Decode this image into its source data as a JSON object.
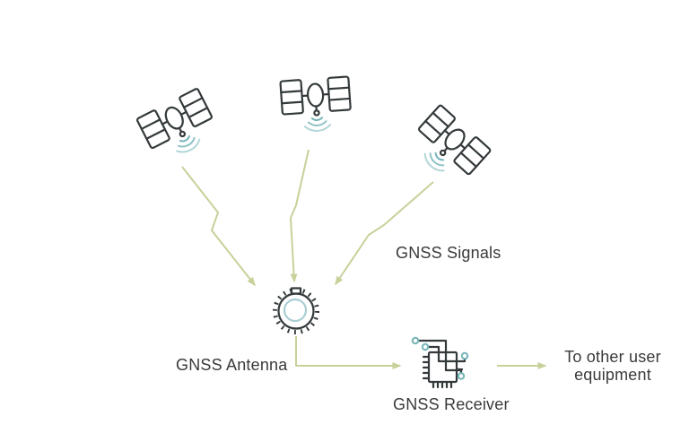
{
  "diagram": {
    "labels": {
      "signals": "GNSS Signals",
      "antenna": "GNSS Antenna",
      "receiver": "GNSS Receiver",
      "output_line1": "To other user",
      "output_line2": "equipment"
    },
    "nodes": [
      {
        "id": "satellite-1",
        "icon": "satellite-icon"
      },
      {
        "id": "satellite-2",
        "icon": "satellite-icon"
      },
      {
        "id": "satellite-3",
        "icon": "satellite-icon"
      },
      {
        "id": "gnss-antenna",
        "icon": "choke-ring-antenna-icon",
        "label": "GNSS Antenna"
      },
      {
        "id": "gnss-receiver",
        "icon": "circuit-chip-icon",
        "label": "GNSS Receiver"
      }
    ],
    "edges": [
      {
        "from": "satellite-1",
        "to": "gnss-antenna",
        "style": "lightning-arrow"
      },
      {
        "from": "satellite-2",
        "to": "gnss-antenna",
        "style": "lightning-arrow"
      },
      {
        "from": "satellite-3",
        "to": "gnss-antenna",
        "style": "lightning-arrow"
      },
      {
        "from": "gnss-antenna",
        "to": "gnss-receiver",
        "style": "elbow-arrow"
      },
      {
        "from": "gnss-receiver",
        "to": "other-user-equipment",
        "style": "straight-arrow"
      }
    ]
  },
  "colors": {
    "ink": "#343a3b",
    "teal": "#74b4b8",
    "teal-light": "#a9ced4",
    "arrow": "#c7d199",
    "text": "#3a3a3a",
    "bg": "#ffffff"
  }
}
